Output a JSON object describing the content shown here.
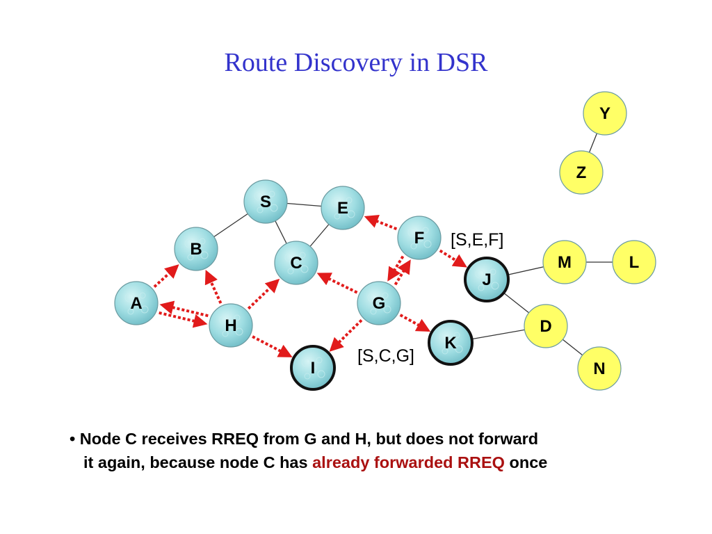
{
  "title": "Route Discovery in DSR",
  "colors": {
    "title": "#3333cc",
    "arrow": "#e11b1b",
    "node_yellow": "#ffff66",
    "node_textured": "#9fdde2",
    "highlight_text": "#aa1111"
  },
  "nodes": [
    {
      "id": "S",
      "style": "textured",
      "ring": false
    },
    {
      "id": "E",
      "style": "textured",
      "ring": false
    },
    {
      "id": "F",
      "style": "textured",
      "ring": false
    },
    {
      "id": "B",
      "style": "textured",
      "ring": false
    },
    {
      "id": "C",
      "style": "textured",
      "ring": false
    },
    {
      "id": "A",
      "style": "textured",
      "ring": false
    },
    {
      "id": "G",
      "style": "textured",
      "ring": false
    },
    {
      "id": "H",
      "style": "textured",
      "ring": false
    },
    {
      "id": "I",
      "style": "textured",
      "ring": true
    },
    {
      "id": "K",
      "style": "textured",
      "ring": true
    },
    {
      "id": "J",
      "style": "textured",
      "ring": true
    },
    {
      "id": "Y",
      "style": "yellow",
      "ring": false
    },
    {
      "id": "Z",
      "style": "yellow",
      "ring": false
    },
    {
      "id": "M",
      "style": "yellow",
      "ring": false
    },
    {
      "id": "L",
      "style": "yellow",
      "ring": false
    },
    {
      "id": "D",
      "style": "yellow",
      "ring": false
    },
    {
      "id": "N",
      "style": "yellow",
      "ring": false
    }
  ],
  "links": [
    [
      "S",
      "E"
    ],
    [
      "S",
      "B"
    ],
    [
      "S",
      "C"
    ],
    [
      "E",
      "C"
    ],
    [
      "Y",
      "Z"
    ],
    [
      "J",
      "M"
    ],
    [
      "M",
      "L"
    ],
    [
      "J",
      "D"
    ],
    [
      "K",
      "D"
    ],
    [
      "D",
      "N"
    ]
  ],
  "rreq_arrows": [
    [
      "F",
      "E"
    ],
    [
      "F",
      "J"
    ],
    [
      "F",
      "G"
    ],
    [
      "G",
      "F"
    ],
    [
      "G",
      "C"
    ],
    [
      "G",
      "K"
    ],
    [
      "G",
      "I"
    ],
    [
      "H",
      "C"
    ],
    [
      "H",
      "B"
    ],
    [
      "H",
      "I"
    ],
    [
      "H",
      "A"
    ],
    [
      "A",
      "H"
    ],
    [
      "A",
      "B"
    ]
  ],
  "path_labels": [
    {
      "id": "sef",
      "text": "[S,E,F]"
    },
    {
      "id": "scg",
      "text": "[S,C,G]"
    }
  ],
  "caption": {
    "bullet": "•",
    "line1": "Node C receives RREQ from G and H, but does not forward",
    "line2_start": "it again, because node C has ",
    "line2_highlight": "already forwarded RREQ",
    "line2_end": " once"
  }
}
